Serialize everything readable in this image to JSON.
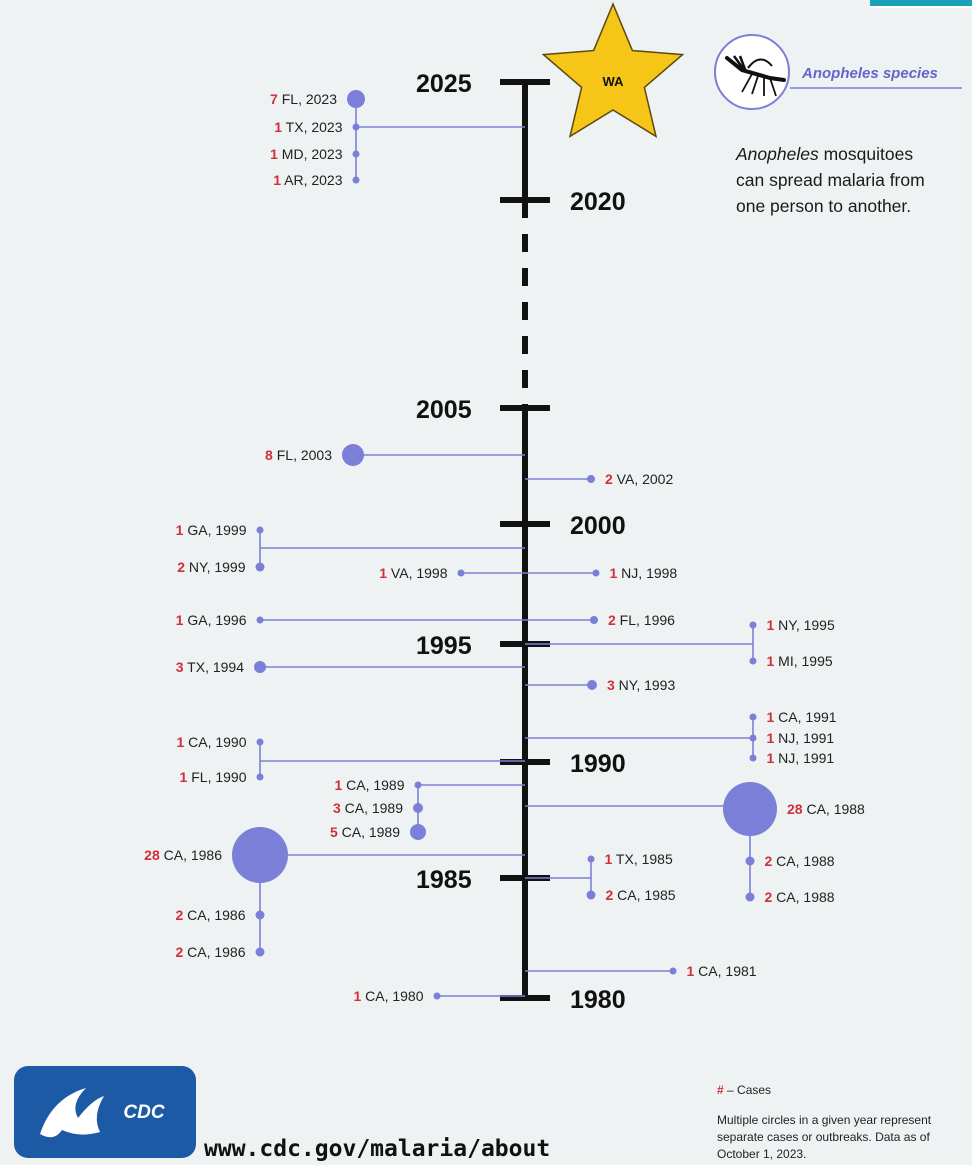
{
  "chart_data": {
    "type": "timeline",
    "axis_years": [
      "2025",
      "2020",
      "2005",
      "2000",
      "1995",
      "1990",
      "1985",
      "1980"
    ],
    "highlight": {
      "label": "WA",
      "year": 2025,
      "shape": "star",
      "color": "#f5c518"
    },
    "events": [
      {
        "id": "e01",
        "cases": "7",
        "label": "FL, 2023",
        "year": 2023,
        "side": "left"
      },
      {
        "id": "e02",
        "cases": "1",
        "label": "TX, 2023",
        "year": 2023,
        "side": "left"
      },
      {
        "id": "e03",
        "cases": "1",
        "label": "MD, 2023",
        "year": 2023,
        "side": "left"
      },
      {
        "id": "e04",
        "cases": "1",
        "label": "AR, 2023",
        "year": 2023,
        "side": "left"
      },
      {
        "id": "e05",
        "cases": "8",
        "label": "FL, 2003",
        "year": 2003,
        "side": "left"
      },
      {
        "id": "e06",
        "cases": "2",
        "label": "VA, 2002",
        "year": 2002,
        "side": "right"
      },
      {
        "id": "e07",
        "cases": "1",
        "label": "GA, 1999",
        "year": 1999,
        "side": "left"
      },
      {
        "id": "e08",
        "cases": "2",
        "label": "NY, 1999",
        "year": 1999,
        "side": "left"
      },
      {
        "id": "e09",
        "cases": "1",
        "label": "VA, 1998",
        "year": 1998,
        "side": "left"
      },
      {
        "id": "e10",
        "cases": "1",
        "label": "NJ, 1998",
        "year": 1998,
        "side": "right"
      },
      {
        "id": "e11",
        "cases": "1",
        "label": "GA, 1996",
        "year": 1996,
        "side": "left"
      },
      {
        "id": "e12",
        "cases": "2",
        "label": "FL, 1996",
        "year": 1996,
        "side": "right"
      },
      {
        "id": "e13",
        "cases": "1",
        "label": "NY, 1995",
        "year": 1995,
        "side": "right"
      },
      {
        "id": "e14",
        "cases": "1",
        "label": "MI, 1995",
        "year": 1995,
        "side": "right"
      },
      {
        "id": "e15",
        "cases": "3",
        "label": "TX, 1994",
        "year": 1994,
        "side": "left"
      },
      {
        "id": "e16",
        "cases": "3",
        "label": "NY, 1993",
        "year": 1993,
        "side": "right"
      },
      {
        "id": "e17",
        "cases": "1",
        "label": "CA, 1991",
        "year": 1991,
        "side": "right"
      },
      {
        "id": "e18",
        "cases": "1",
        "label": "NJ, 1991",
        "year": 1991,
        "side": "right"
      },
      {
        "id": "e19",
        "cases": "1",
        "label": "NJ, 1991",
        "year": 1991,
        "side": "right"
      },
      {
        "id": "e20",
        "cases": "1",
        "label": "CA, 1990",
        "year": 1990,
        "side": "left"
      },
      {
        "id": "e21",
        "cases": "1",
        "label": "FL, 1990",
        "year": 1990,
        "side": "left"
      },
      {
        "id": "e22",
        "cases": "1",
        "label": "CA, 1989",
        "year": 1989,
        "side": "left"
      },
      {
        "id": "e23",
        "cases": "3",
        "label": "CA, 1989",
        "year": 1989,
        "side": "left"
      },
      {
        "id": "e24",
        "cases": "5",
        "label": "CA, 1989",
        "year": 1989,
        "side": "left"
      },
      {
        "id": "e25",
        "cases": "28",
        "label": "CA, 1988",
        "year": 1988,
        "side": "right"
      },
      {
        "id": "e26",
        "cases": "2",
        "label": "CA, 1988",
        "year": 1988,
        "side": "right"
      },
      {
        "id": "e27",
        "cases": "2",
        "label": "CA, 1988",
        "year": 1988,
        "side": "right"
      },
      {
        "id": "e28",
        "cases": "28",
        "label": "CA, 1986",
        "year": 1986,
        "side": "left"
      },
      {
        "id": "e29",
        "cases": "2",
        "label": "CA, 1986",
        "year": 1986,
        "side": "left"
      },
      {
        "id": "e30",
        "cases": "2",
        "label": "CA, 1986",
        "year": 1986,
        "side": "left"
      },
      {
        "id": "e31",
        "cases": "1",
        "label": "TX, 1985",
        "year": 1985,
        "side": "right"
      },
      {
        "id": "e32",
        "cases": "2",
        "label": "CA, 1985",
        "year": 1985,
        "side": "right"
      },
      {
        "id": "e33",
        "cases": "1",
        "label": "CA, 1981",
        "year": 1981,
        "side": "right"
      },
      {
        "id": "e34",
        "cases": "1",
        "label": "CA, 1980",
        "year": 1980,
        "side": "left"
      }
    ],
    "colors": {
      "marker": "#7b7fd8",
      "case_number": "#d0303c",
      "axis": "#111111"
    }
  },
  "legend": {
    "species_title": "Anopheles species",
    "icon": "mosquito-icon",
    "note_italic": "Anopheles",
    "note_line1_rest": " mosquitoes",
    "note_line2": "can spread malaria from",
    "note_line3": "one person to another."
  },
  "footer": {
    "hash_symbol": "#",
    "cases_key": " – Cases",
    "note_line1": "Multiple circles in a given year represent",
    "note_line2": "separate cases or outbreaks. Data as of",
    "note_line3": "October 1, 2023.",
    "url": "www.cdc.gov/malaria/about",
    "logo_text": "CDC",
    "logo_color": "#1d5aa6"
  }
}
